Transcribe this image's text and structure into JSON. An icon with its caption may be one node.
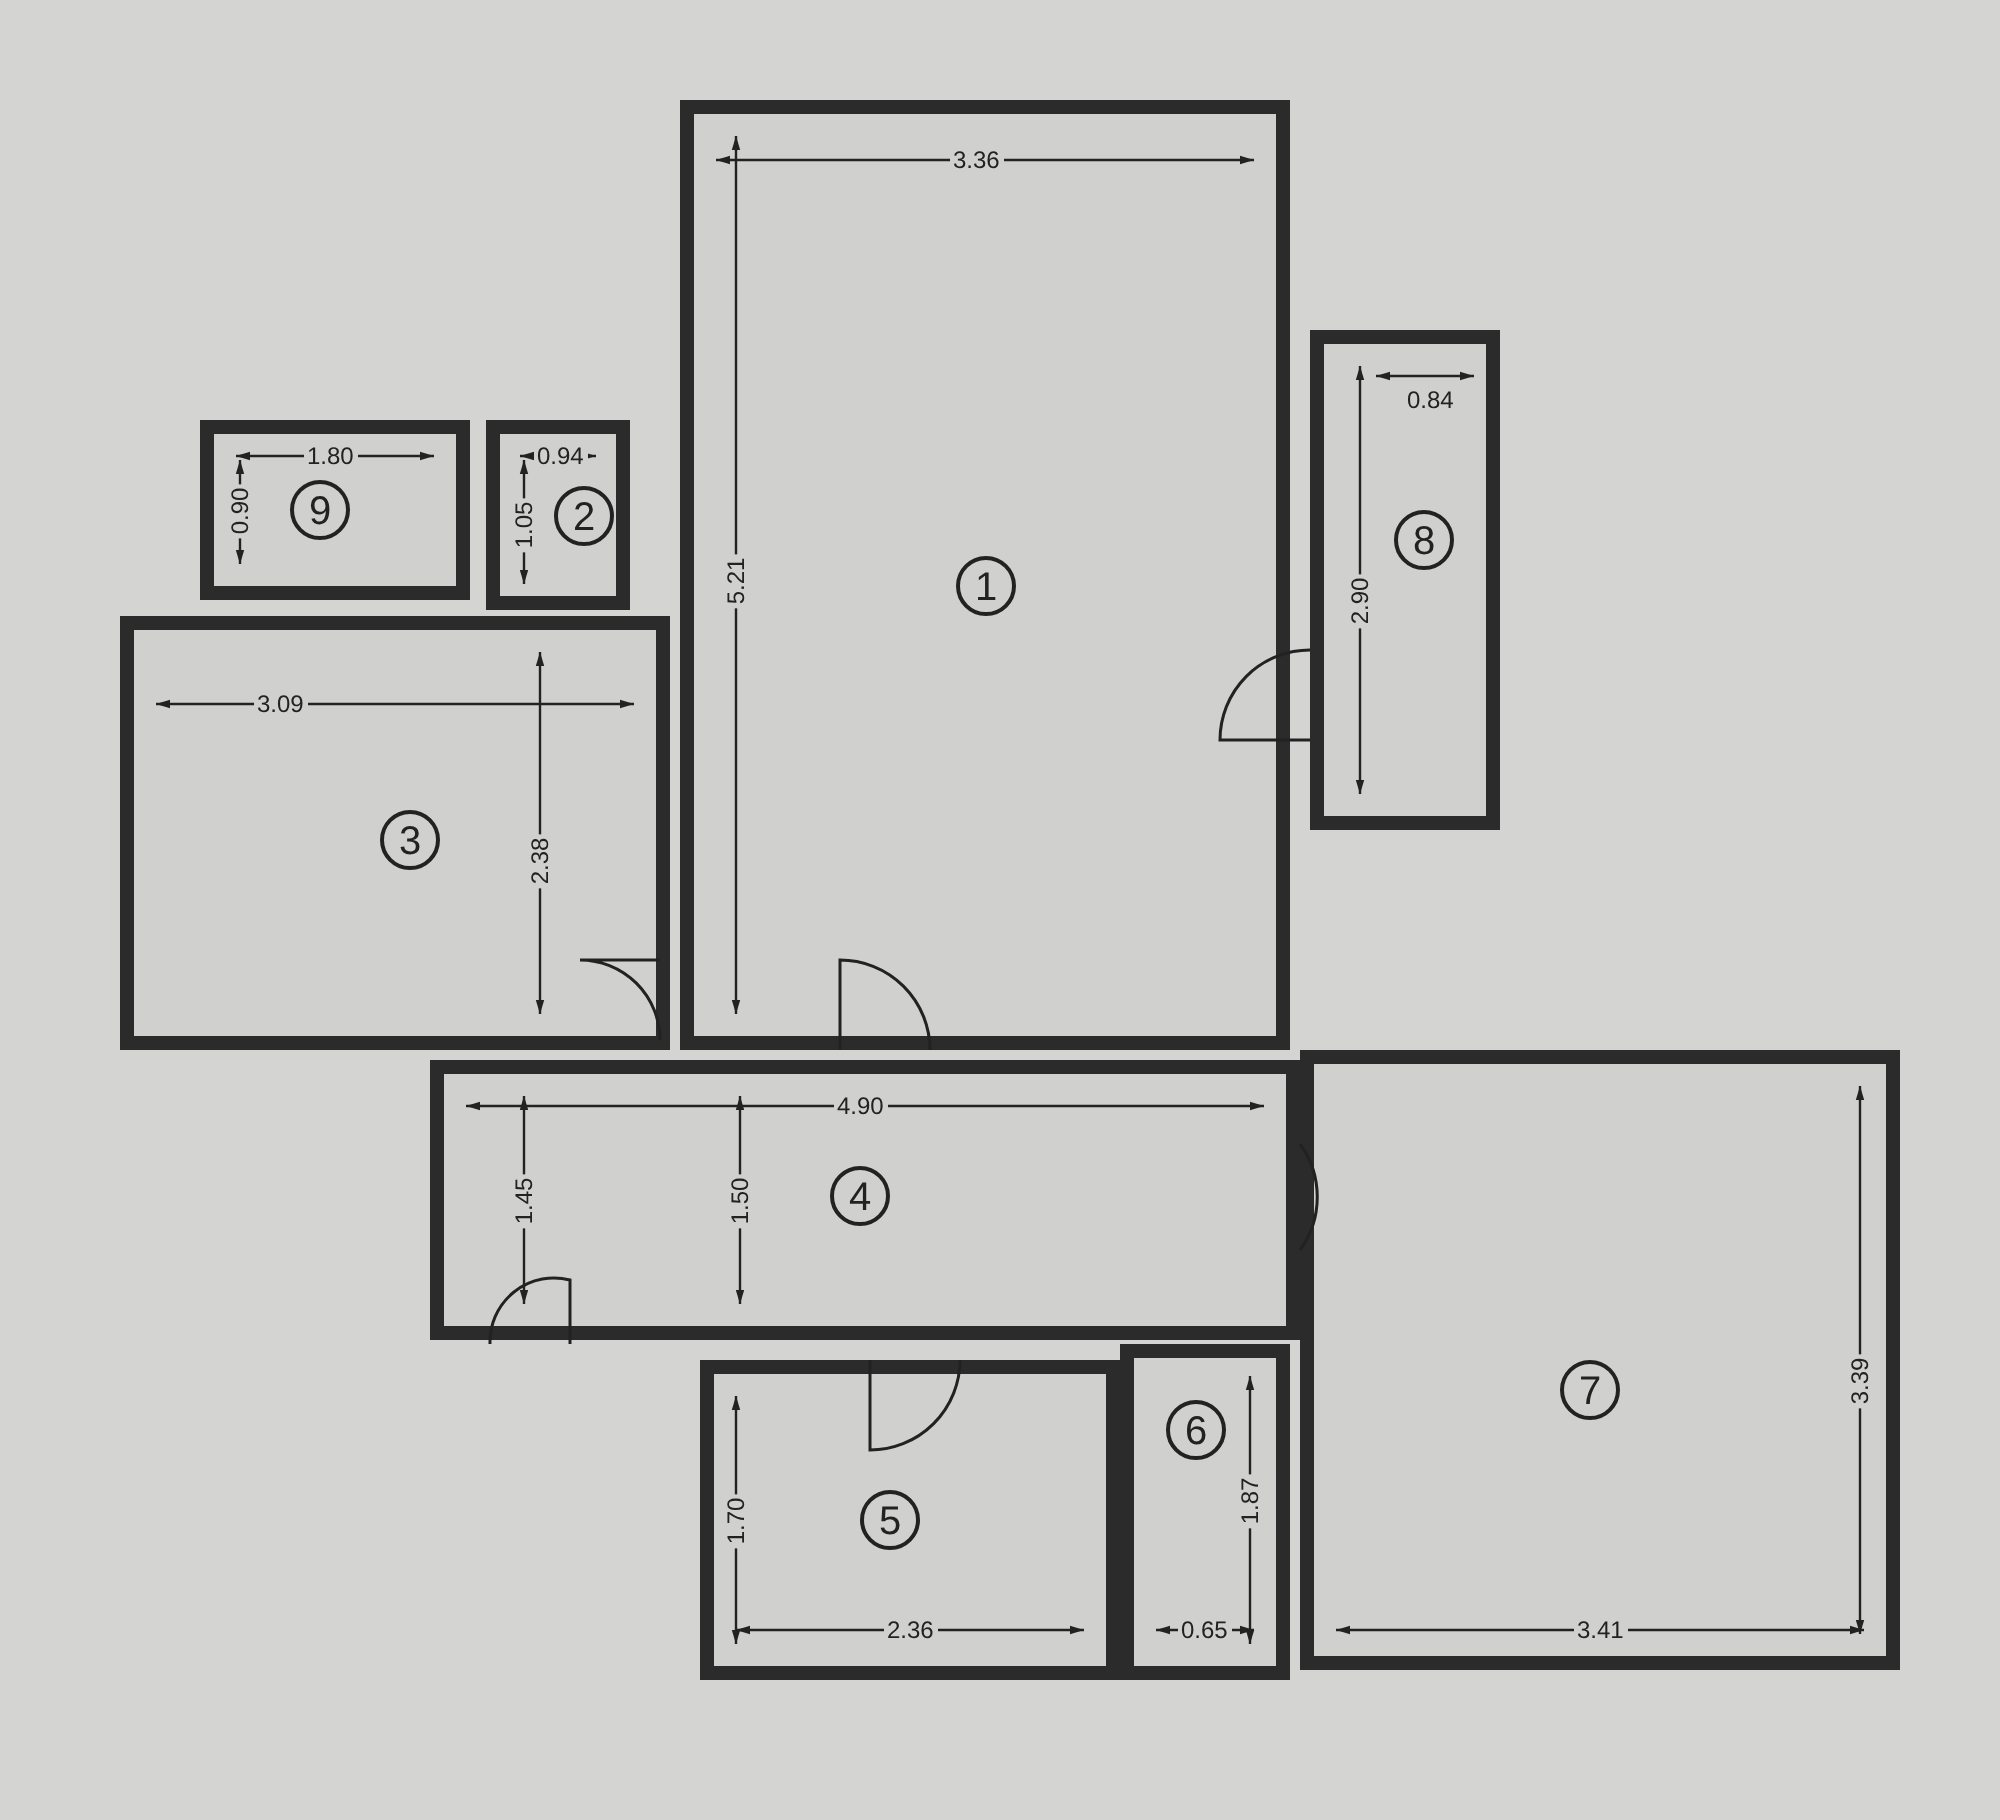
{
  "diagram": {
    "nodes": [
      {
        "text": [
          "1"
        ]
      },
      {
        "text": [
          "2"
        ]
      },
      {
        "text": [
          "3"
        ]
      },
      {
        "text": [
          "4"
        ]
      },
      {
        "text": [
          "5"
        ]
      },
      {
        "text": [
          "6"
        ]
      },
      {
        "text": [
          "7"
        ]
      },
      {
        "text": [
          "8"
        ]
      },
      {
        "text": [
          "9"
        ]
      }
    ],
    "edges": [],
    "labels": [
      "3.36",
      "0.84",
      "1.80",
      "0.94",
      "0.90",
      "1.05",
      "5.21",
      "2.90",
      "3.09",
      "2.38",
      "4.90",
      "1.45",
      "1.50",
      "3.39",
      "1.70",
      "1.87",
      "2.36",
      "0.65",
      "3.41"
    ]
  }
}
